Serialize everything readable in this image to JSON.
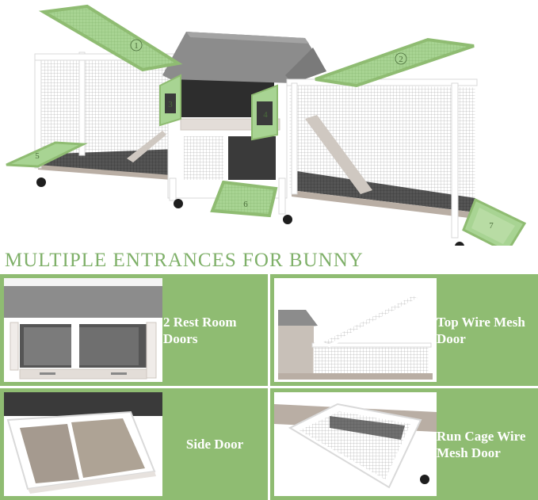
{
  "headline": "MULTIPLE ENTRANCES FOR BUNNY",
  "callouts": [
    "1",
    "2",
    "3",
    "4",
    "5",
    "6",
    "7"
  ],
  "features": [
    {
      "label": "2 Rest Room Doors"
    },
    {
      "label": "Top Wire Mesh Door"
    },
    {
      "label": "Side Door"
    },
    {
      "label": "Run Cage Wire Mesh Door"
    }
  ],
  "colors": {
    "accent_green": "#8fbc72",
    "door_green": "#a8d493",
    "headline_green": "#7fb069",
    "roof_gray": "#8c8c8c"
  }
}
